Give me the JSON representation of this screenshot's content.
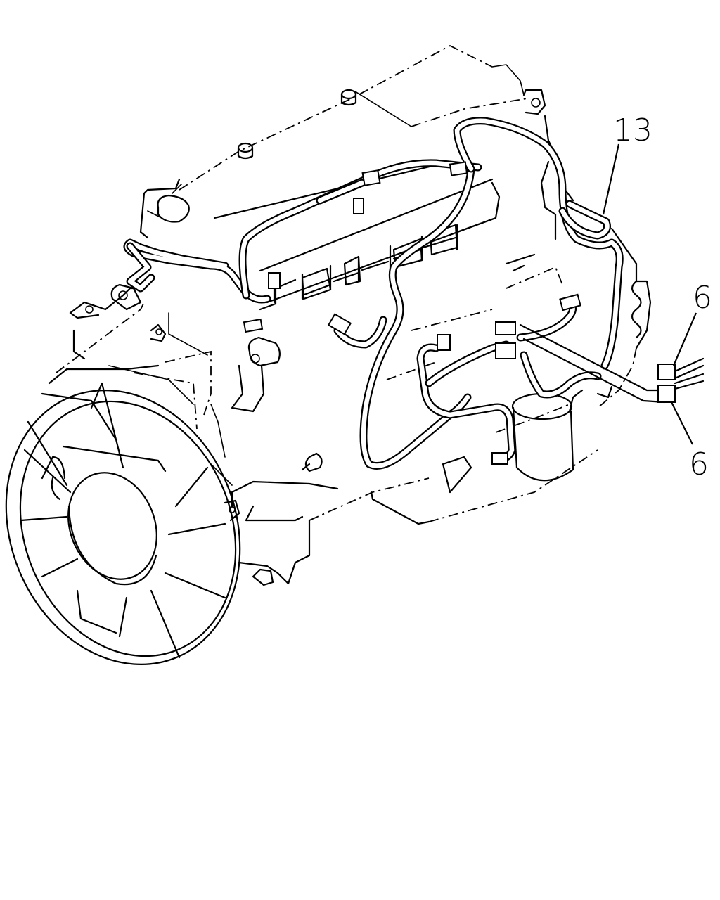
{
  "callouts": {
    "harness_label": "13",
    "connector_upper_label": "6",
    "connector_lower_label": "6"
  },
  "parts": {
    "harness_icon": "engine-wiring-harness",
    "fan_icon": "cooling-fan",
    "engine_icon": "engine-block"
  }
}
